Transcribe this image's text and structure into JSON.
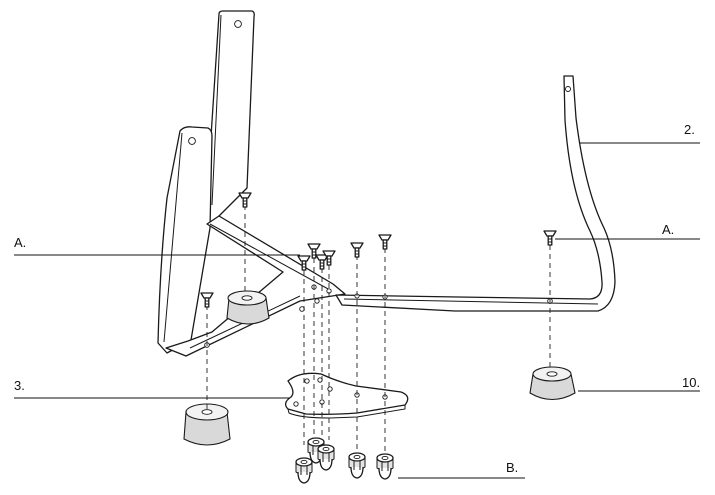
{
  "callouts": {
    "part_2": "2.",
    "screw_left": "A.",
    "screw_right": "A.",
    "plate": "3.",
    "foot": "10.",
    "nuts": "B."
  },
  "icons": {
    "screw": "countersunk-screw-icon",
    "nut": "cap-nut-icon",
    "foot": "rubber-foot-icon"
  }
}
